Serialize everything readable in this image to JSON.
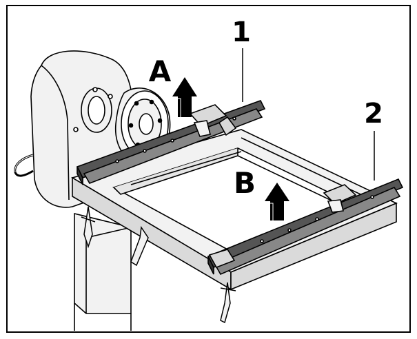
{
  "labels": {
    "callout_1": "1",
    "callout_2": "2",
    "callout_a": "A",
    "callout_b": "B"
  },
  "colors": {
    "line": "#000000",
    "light_fill": "#f2f2f2",
    "mid_fill": "#dadada",
    "dark_fill": "#444444",
    "frame_border": "#000000",
    "background": "#ffffff"
  }
}
